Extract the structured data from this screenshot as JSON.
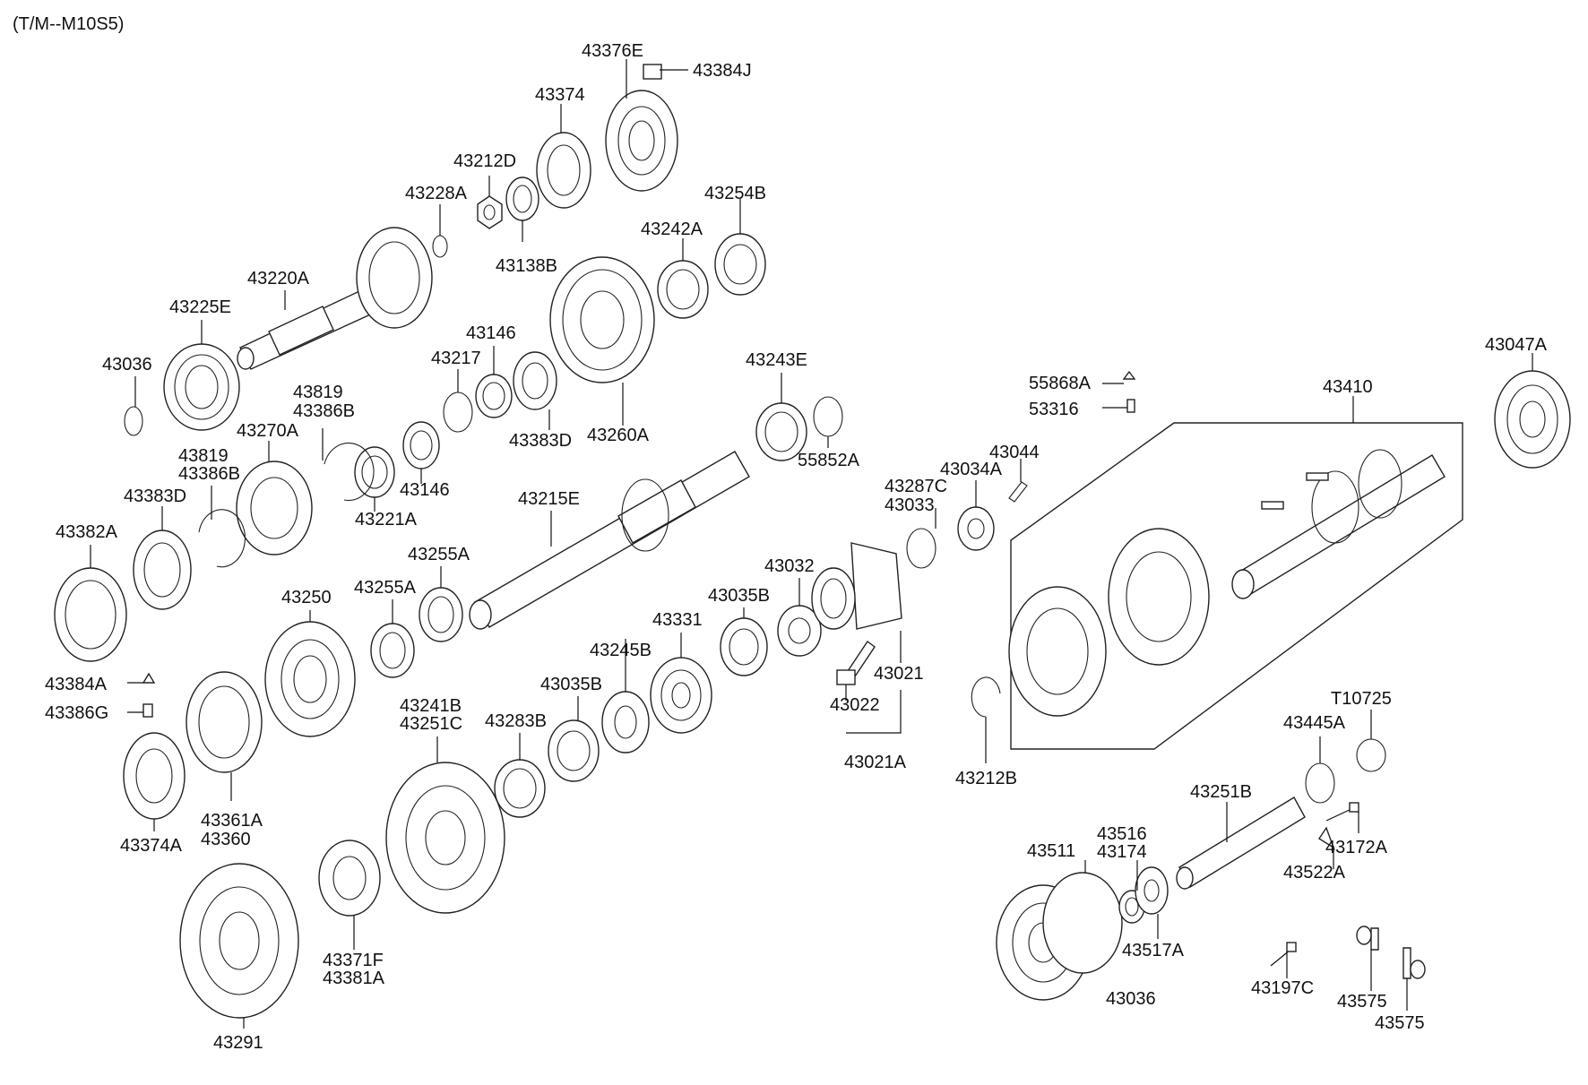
{
  "header": {
    "model_code": "(T/M--M10S5)"
  },
  "labels": {
    "l43376E": "43376E",
    "l43384J": "43384J",
    "l43374": "43374",
    "l43212D": "43212D",
    "l43228A": "43228A",
    "l43254B": "43254B",
    "l43242A": "43242A",
    "l43138B": "43138B",
    "l43220A": "43220A",
    "l43225E": "43225E",
    "l43146a": "43146",
    "l43217": "43217",
    "l43036a": "43036",
    "l43819a": "43819",
    "l43386Ba": "43386B",
    "l43270A": "43270A",
    "l43383Da": "43383D",
    "l43260A": "43260A",
    "l43243E": "43243E",
    "l43146b": "43146",
    "l43221A": "43221A",
    "l55852A": "55852A",
    "l43819b": "43819",
    "l43386Bb": "43386B",
    "l43383Db": "43383D",
    "l43215E": "43215E",
    "l43382A": "43382A",
    "l43255Aa": "43255A",
    "l43255Ab": "43255A",
    "l43250": "43250",
    "l43384A": "43384A",
    "l43386G": "43386G",
    "l43374A": "43374A",
    "l43361A": "43361A",
    "l43360": "43360",
    "l43241B": "43241B",
    "l43251C": "43251C",
    "l43283B": "43283B",
    "l43035Ba": "43035B",
    "l43245B": "43245B",
    "l43331": "43331",
    "l43035Bb": "43035B",
    "l43032": "43032",
    "l43021": "43021",
    "l43022": "43022",
    "l43021A": "43021A",
    "l43287C": "43287C",
    "l43033": "43033",
    "l43034A": "43034A",
    "l43044": "43044",
    "l55868A": "55868A",
    "l53316": "53316",
    "l43410": "43410",
    "l43047A": "43047A",
    "l43212B": "43212B",
    "lT10725": "T10725",
    "l43445A": "43445A",
    "l43251B": "43251B",
    "l43172A": "43172A",
    "l43522A": "43522A",
    "l43516": "43516",
    "l43174": "43174",
    "l43511": "43511",
    "l43517A": "43517A",
    "l43036b": "43036",
    "l43197C": "43197C",
    "l43575a": "43575",
    "l43575b": "43575",
    "l43291": "43291",
    "l43371F": "43371F",
    "l43381A": "43381A"
  }
}
